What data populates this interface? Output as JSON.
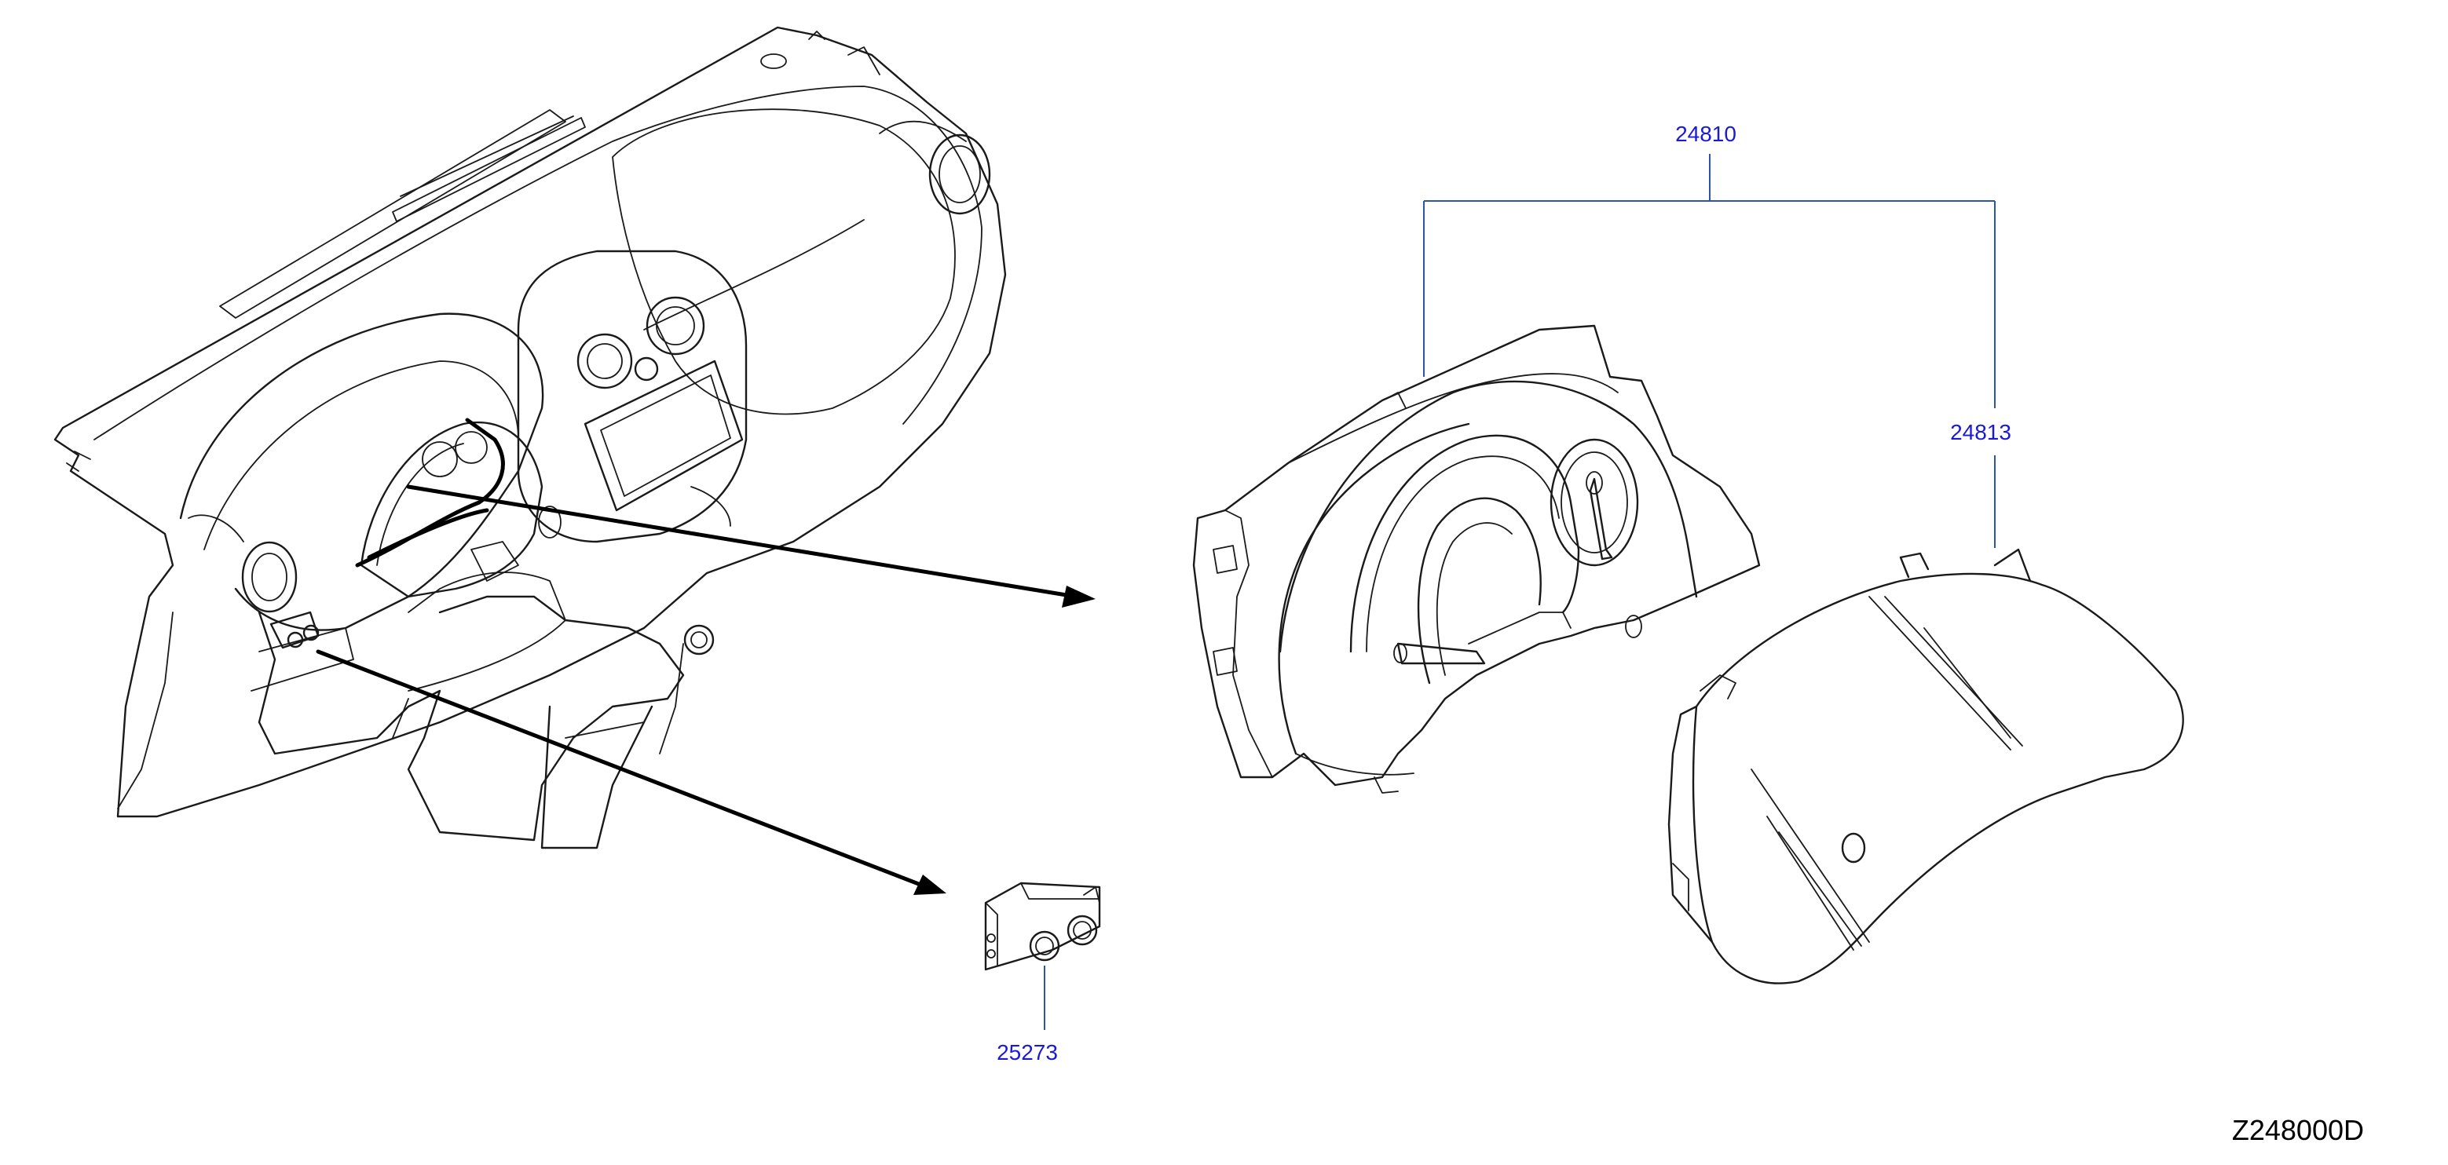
{
  "diagram": {
    "parts": [
      {
        "id": "p24810",
        "label": "24810"
      },
      {
        "id": "p24813",
        "label": "24813"
      },
      {
        "id": "p25273",
        "label": "25273"
      }
    ],
    "figure_code": "Z248000D"
  },
  "colors": {
    "label_blue": "#1a1ad6",
    "leader_blue": "#2b55a8",
    "line_black": "#1a1a1a",
    "background": "#ffffff"
  }
}
